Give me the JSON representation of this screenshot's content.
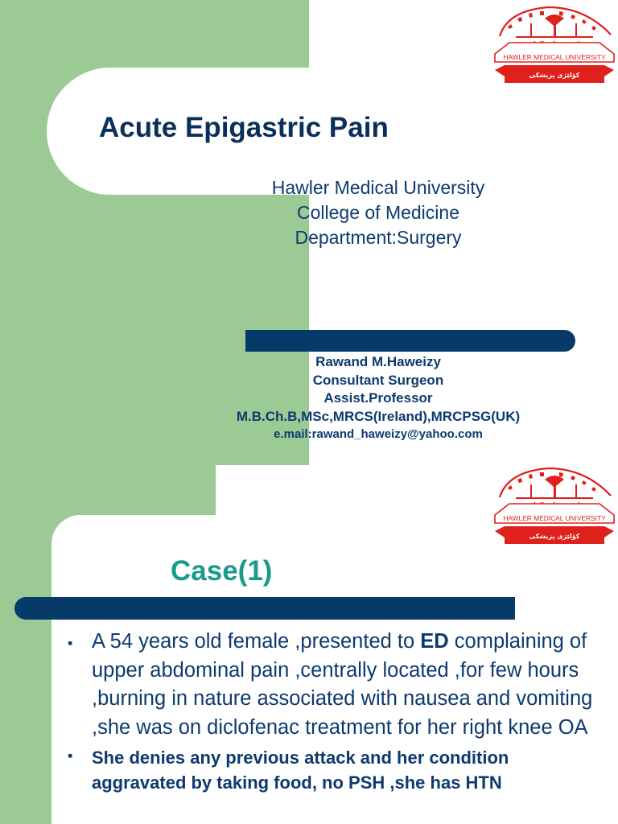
{
  "slide1": {
    "title": "Acute Epigastric Pain",
    "subtitle": [
      "Hawler Medical University",
      "College of Medicine",
      "Department:Surgery"
    ],
    "author": {
      "name": "Rawand M.Haweizy",
      "position": "Consultant Surgeon",
      "rank": "Assist.Professor",
      "degrees": "M.B.Ch.B,MSc,MRCS(Ireland),MRCPSG(UK)",
      "email": "e.mail:rawand_haweizy@yahoo.com"
    }
  },
  "logo": {
    "arabic_name": "جامعة هولير الطبية",
    "english_name": "HAWLER MEDICAL UNIVERSITY",
    "ribbon_text": "کۆلێژی پزیشکی"
  },
  "slide2": {
    "title": "Case(1)",
    "bullet1": {
      "marker": "▪",
      "pre": " A 54 years old female ,presented to ",
      "strong": "ED",
      "post": " complaining of upper abdominal pain ,centrally located ,for few hours ,burning in nature associated with nausea and vomiting ,she was on diclofenac treatment for her right knee OA"
    },
    "bullet2": {
      "marker": "▪",
      "text": "She denies any previous attack and her condition aggravated by taking food, no PSH ,she has HTN"
    }
  },
  "colors": {
    "green_panel": "#9cca95",
    "navy_bar": "#063a68",
    "title_navy": "#0a2f5c",
    "text_navy": "#0d3a6e",
    "case_teal": "#1a9a8a",
    "logo_red": "#e0201b"
  },
  "icons": {
    "logo": "university-logo-icon",
    "bullet": "square-bullet-icon"
  }
}
